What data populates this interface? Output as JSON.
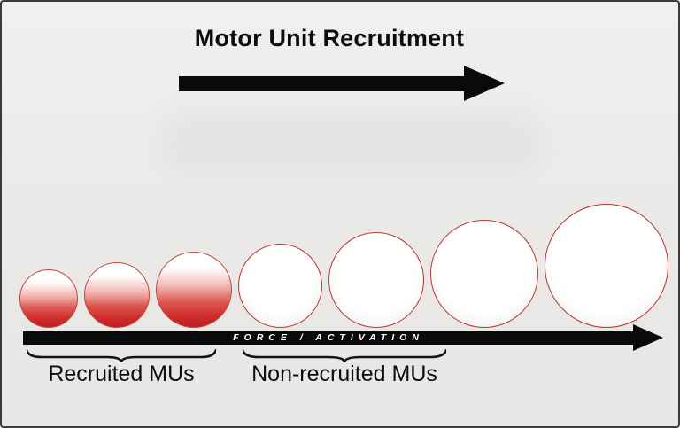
{
  "title": "Motor Unit Recruitment",
  "force_axis": {
    "label": "FORCE / ACTIVATION"
  },
  "groups": {
    "recruited": {
      "label": "Recruited MUs"
    },
    "non_recruited": {
      "label": "Non-recruited MUs"
    }
  },
  "motor_units": [
    {
      "diameter": 66,
      "recruited": true
    },
    {
      "diameter": 74,
      "recruited": true
    },
    {
      "diameter": 86,
      "recruited": true
    },
    {
      "diameter": 95,
      "recruited": false
    },
    {
      "diameter": 108,
      "recruited": false
    },
    {
      "diameter": 122,
      "recruited": false
    },
    {
      "diameter": 140,
      "recruited": false
    }
  ],
  "colors": {
    "recruited_fill": "#cf2b2b",
    "outline_red": "#b5372f",
    "arrow_black": "#0a0a0a",
    "background": "#eaeaea"
  }
}
